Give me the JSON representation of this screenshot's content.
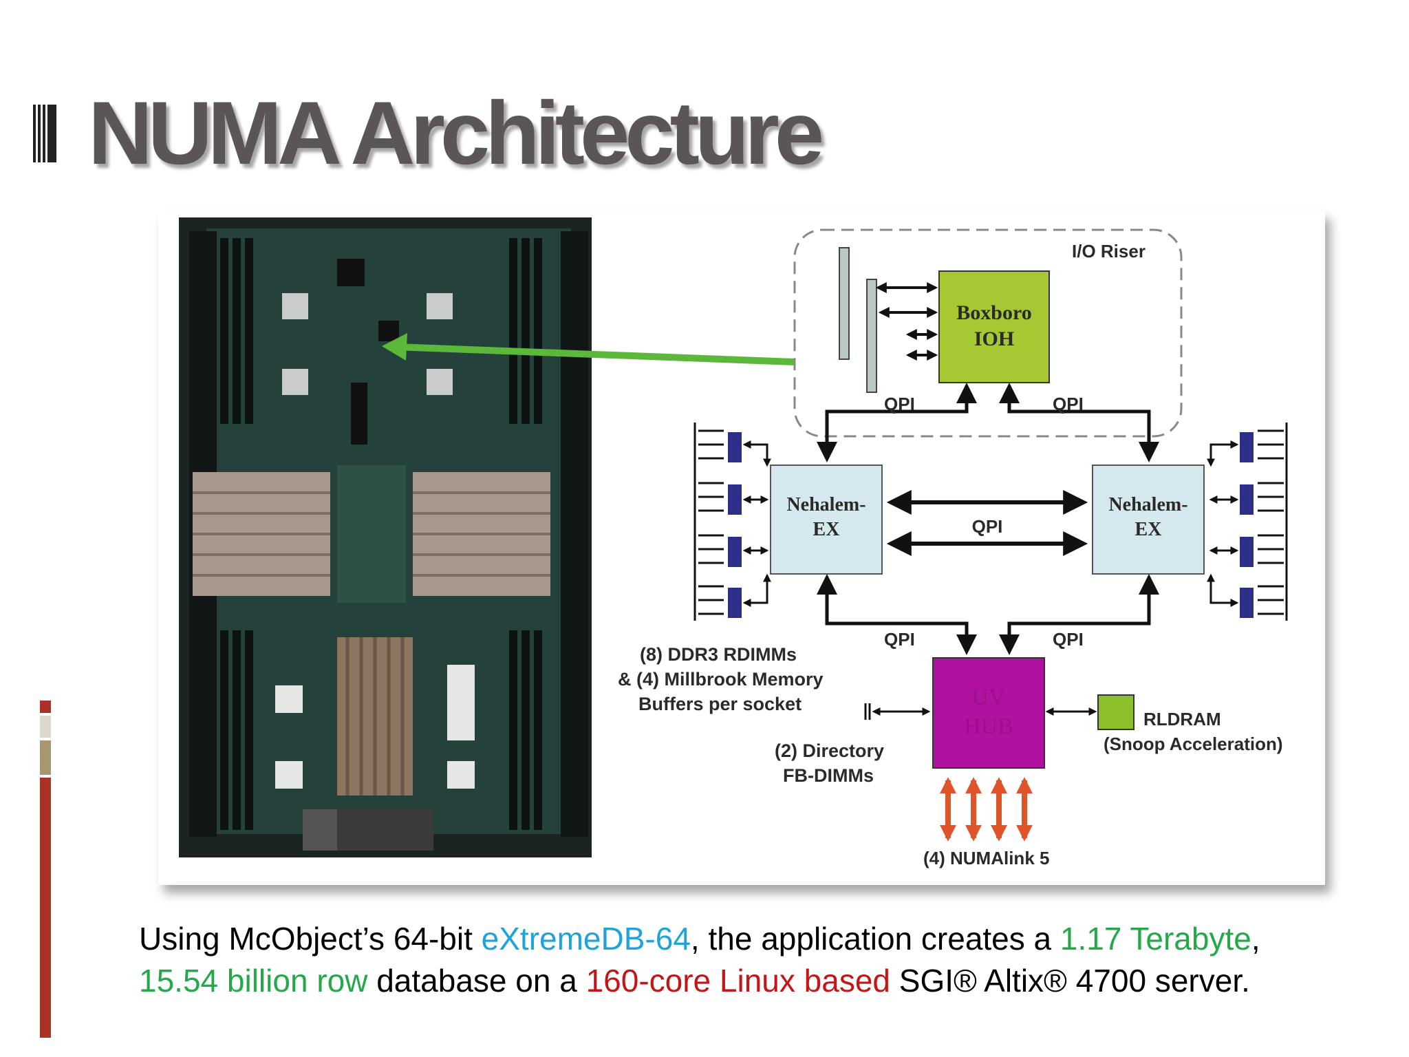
{
  "slide": {
    "title": "NUMA Architecture"
  },
  "diagram": {
    "io_riser": "I/O Riser",
    "boxboro_line1": "Boxboro",
    "boxboro_line2": "IOH",
    "qpi_top_left": "QPI",
    "qpi_top_right": "QPI",
    "qpi_middle": "QPI",
    "qpi_bottom_left": "QPI",
    "qpi_bottom_right": "QPI",
    "nehalem_left_line1": "Nehalem-",
    "nehalem_left_line2": "EX",
    "nehalem_right_line1": "Nehalem-",
    "nehalem_right_line2": "EX",
    "uv_hub_line1": "UV",
    "uv_hub_line2": "HUB",
    "memory_note_line1": "(8) DDR3 RDIMMs",
    "memory_note_line2": "& (4) Millbrook Memory",
    "memory_note_line3": "Buffers per socket",
    "directory_line1": "(2) Directory",
    "directory_line2": "FB-DIMMs",
    "rldram_line1": "RLDRAM",
    "rldram_line2": "(Snoop Acceleration)",
    "numalink": "(4) NUMAlink 5"
  },
  "caption": {
    "part1": "Using McObject’s 64-bit ",
    "product": "eXtremeDB-64",
    "part2": ", the application creates a ",
    "size": "1.17 Terabyte",
    "part3": ", ",
    "rows": "15.54 billion row",
    "part4": " database on a ",
    "platform": "160-core Linux based",
    "part5": " SGI® Altix® 4700 server."
  },
  "colors": {
    "title": "#5c5556",
    "accent_bar_red": "#a93226",
    "accent_bar_tan": "#a89572",
    "boxboro_fill": "#a6c832",
    "nehalem_fill": "#d4e8ee",
    "uv_hub_fill": "#b0129f",
    "rldram_fill": "#8cbf2a",
    "arrow_green": "#5cb83a",
    "numalink_arrows": "#e0542a",
    "dimm_blue": "#2b2f88"
  }
}
